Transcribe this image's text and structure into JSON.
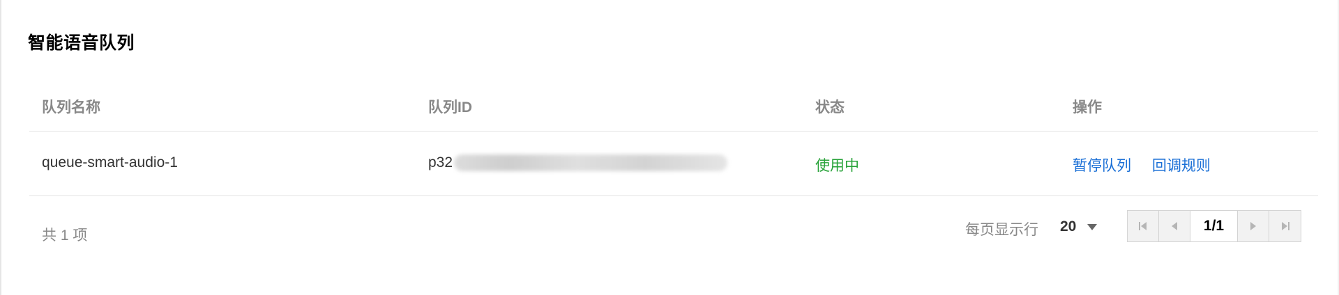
{
  "page": {
    "title": "智能语音队列"
  },
  "table": {
    "headers": {
      "name": "队列名称",
      "id": "队列ID",
      "status": "状态",
      "actions": "操作"
    },
    "rows": [
      {
        "name": "queue-smart-audio-1",
        "id_visible": "p32",
        "status": "使用中",
        "actions": {
          "pause": "暂停队列",
          "callback": "回调规则"
        }
      }
    ]
  },
  "footer": {
    "total": "共 1 项",
    "rows_per_page_label": "每页显示行",
    "rows_per_page_value": "20",
    "page_indicator": "1/1"
  },
  "colors": {
    "status_active": "#29a33a",
    "link": "#1a6fd6",
    "header_text": "#888888"
  },
  "icons": {
    "first": "first-page-icon",
    "prev": "prev-page-icon",
    "next": "next-page-icon",
    "last": "last-page-icon",
    "dropdown": "chevron-down-icon"
  }
}
